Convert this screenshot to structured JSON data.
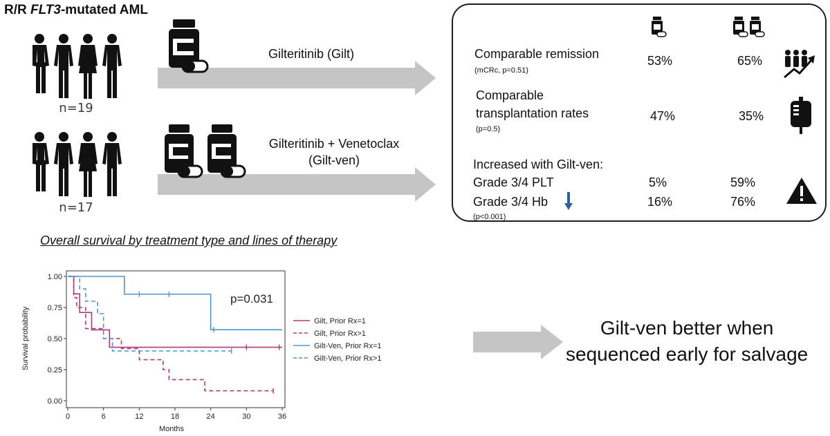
{
  "title": {
    "prefix": "R/R ",
    "gene": "FLT3",
    "suffix": "-mutated AML"
  },
  "arms": [
    {
      "n_label": "n=19",
      "treatment": "Gilteritinib (Gilt)"
    },
    {
      "n_label": "n=17",
      "treatment_line1": "Gilteritinib + Venetoclax",
      "treatment_line2": "(Gilt-ven)"
    }
  ],
  "summary": {
    "rows": [
      {
        "label": "Comparable remission",
        "note": "(mCRc, p=0.51)",
        "gilt": "53%",
        "gilt_ven": "65%",
        "icon": "people-growth-icon"
      },
      {
        "label_line1": "Comparable",
        "label_line2": "transplantation rates",
        "note": "(p=0.5)",
        "gilt": "47%",
        "gilt_ven": "35%",
        "icon": "blood-bag-icon"
      },
      {
        "heading": "Increased with Gilt-ven:",
        "items": [
          {
            "label": "Grade 3/4 PLT",
            "gilt": "5%",
            "gilt_ven": "59%"
          },
          {
            "label": "Grade 3/4 Hb",
            "gilt": "16%",
            "gilt_ven": "76%"
          }
        ],
        "note": "(p<0.001)",
        "icon": "warning-icon"
      }
    ],
    "column_icons": [
      "single-pill-bottle-icon",
      "double-pill-bottle-icon"
    ]
  },
  "km_title": "Overall survival by treatment type and lines of therapy",
  "conclusion": {
    "line1": "Gilt-ven better when",
    "line2": "sequenced early for salvage"
  },
  "colors": {
    "gilt": "#b03a78",
    "gilt_ven": "#4f95d0",
    "arrow": "#c5c5c5"
  },
  "chart_data": {
    "type": "line",
    "xlabel": "Months",
    "ylabel": "Survival probability",
    "xlim": [
      0,
      36
    ],
    "ylim": [
      0,
      1
    ],
    "xticks": [
      "0",
      "6",
      "12",
      "18",
      "24",
      "30",
      "36"
    ],
    "yticks": [
      "0.00",
      "0.25",
      "0.50",
      "0.75",
      "1.00"
    ],
    "annotation": "p=0.031",
    "legend_position": "right",
    "series": [
      {
        "name": "Gilt, Prior Rx=1",
        "color": "#b03a78",
        "dash": "solid",
        "steps": [
          [
            0,
            1.0
          ],
          [
            1,
            0.86
          ],
          [
            2,
            0.71
          ],
          [
            4,
            0.57
          ],
          [
            7,
            0.43
          ],
          [
            36,
            0.43
          ]
        ],
        "censor": [
          [
            30,
            0.43
          ],
          [
            35.5,
            0.43
          ]
        ]
      },
      {
        "name": "Gilt, Prior Rx>1",
        "color": "#b03a78",
        "dash": "dashed",
        "steps": [
          [
            0,
            1.0
          ],
          [
            1,
            0.83
          ],
          [
            1.5,
            0.75
          ],
          [
            3,
            0.58
          ],
          [
            6,
            0.5
          ],
          [
            9,
            0.42
          ],
          [
            12,
            0.33
          ],
          [
            16,
            0.25
          ],
          [
            17,
            0.17
          ],
          [
            23,
            0.08
          ],
          [
            34.5,
            0.08
          ]
        ],
        "censor": [
          [
            34.5,
            0.08
          ]
        ]
      },
      {
        "name": "Gilt-Ven, Prior Rx=1",
        "color": "#4f95d0",
        "dash": "solid",
        "steps": [
          [
            0,
            1.0
          ],
          [
            9.5,
            0.857
          ],
          [
            24,
            0.571
          ],
          [
            36,
            0.571
          ]
        ],
        "censor": [
          [
            12,
            0.857
          ],
          [
            17,
            0.857
          ],
          [
            24.5,
            0.571
          ]
        ]
      },
      {
        "name": "Gilt-Ven, Prior Rx>1",
        "color": "#4f95d0",
        "dash": "dashed",
        "steps": [
          [
            0,
            1.0
          ],
          [
            2,
            0.9
          ],
          [
            3,
            0.8
          ],
          [
            5,
            0.7
          ],
          [
            6,
            0.5
          ],
          [
            7.5,
            0.4
          ],
          [
            27.5,
            0.4
          ]
        ],
        "censor": [
          [
            27.5,
            0.4
          ]
        ]
      }
    ]
  }
}
